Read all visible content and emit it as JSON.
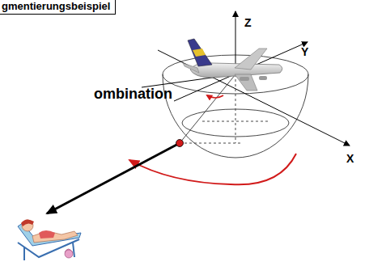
{
  "diagram": {
    "nodes": [
      {
        "text": [
          "gmentierungsbeispiel"
        ]
      }
    ],
    "labels": [
      "Z",
      "Y",
      "X",
      "ombination"
    ]
  }
}
